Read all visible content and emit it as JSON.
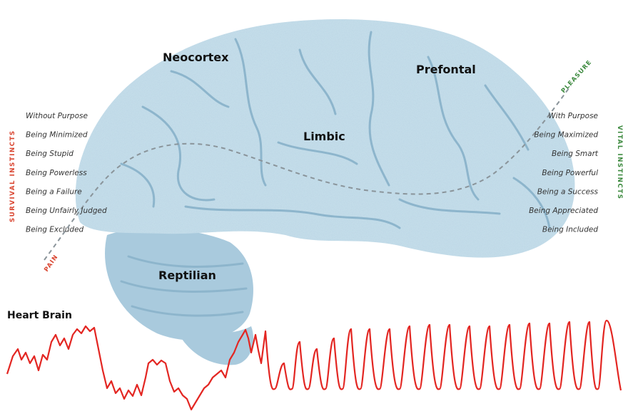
{
  "regions": {
    "neocortex": "Neocortex",
    "prefontal": "Prefontal",
    "limbic": "Limbic",
    "reptilian": "Reptilian"
  },
  "survival": {
    "title": "SURVIVAL INSTINCTS",
    "items": [
      "Without Purpose",
      "Being Minimized",
      "Being Stupid",
      "Being Powerless",
      "Being a Failure",
      "Being Unfairly Judged",
      "Being Excluded"
    ]
  },
  "vital": {
    "title": "VITAL INSTINCTS",
    "items": [
      "With Purpose",
      "Being Maximized",
      "Being Smart",
      "Being Powerful",
      "Being a Success",
      "Being Appreciated",
      "Being Included"
    ]
  },
  "pain_label": "PAIN",
  "pleasure_label": "PLEASURE",
  "heart_brain_label": "Heart Brain",
  "colors": {
    "brain_fill": "#c3dce9",
    "brain_shade": "#a9cadd",
    "sulci": "#8db5cc",
    "survival": "#d9442f",
    "vital": "#3d8a3f",
    "heart_line": "#e32622",
    "dashed_line": "#8a949a"
  },
  "icons": [
    "brain-illustration",
    "heart-rhythm-wave"
  ]
}
